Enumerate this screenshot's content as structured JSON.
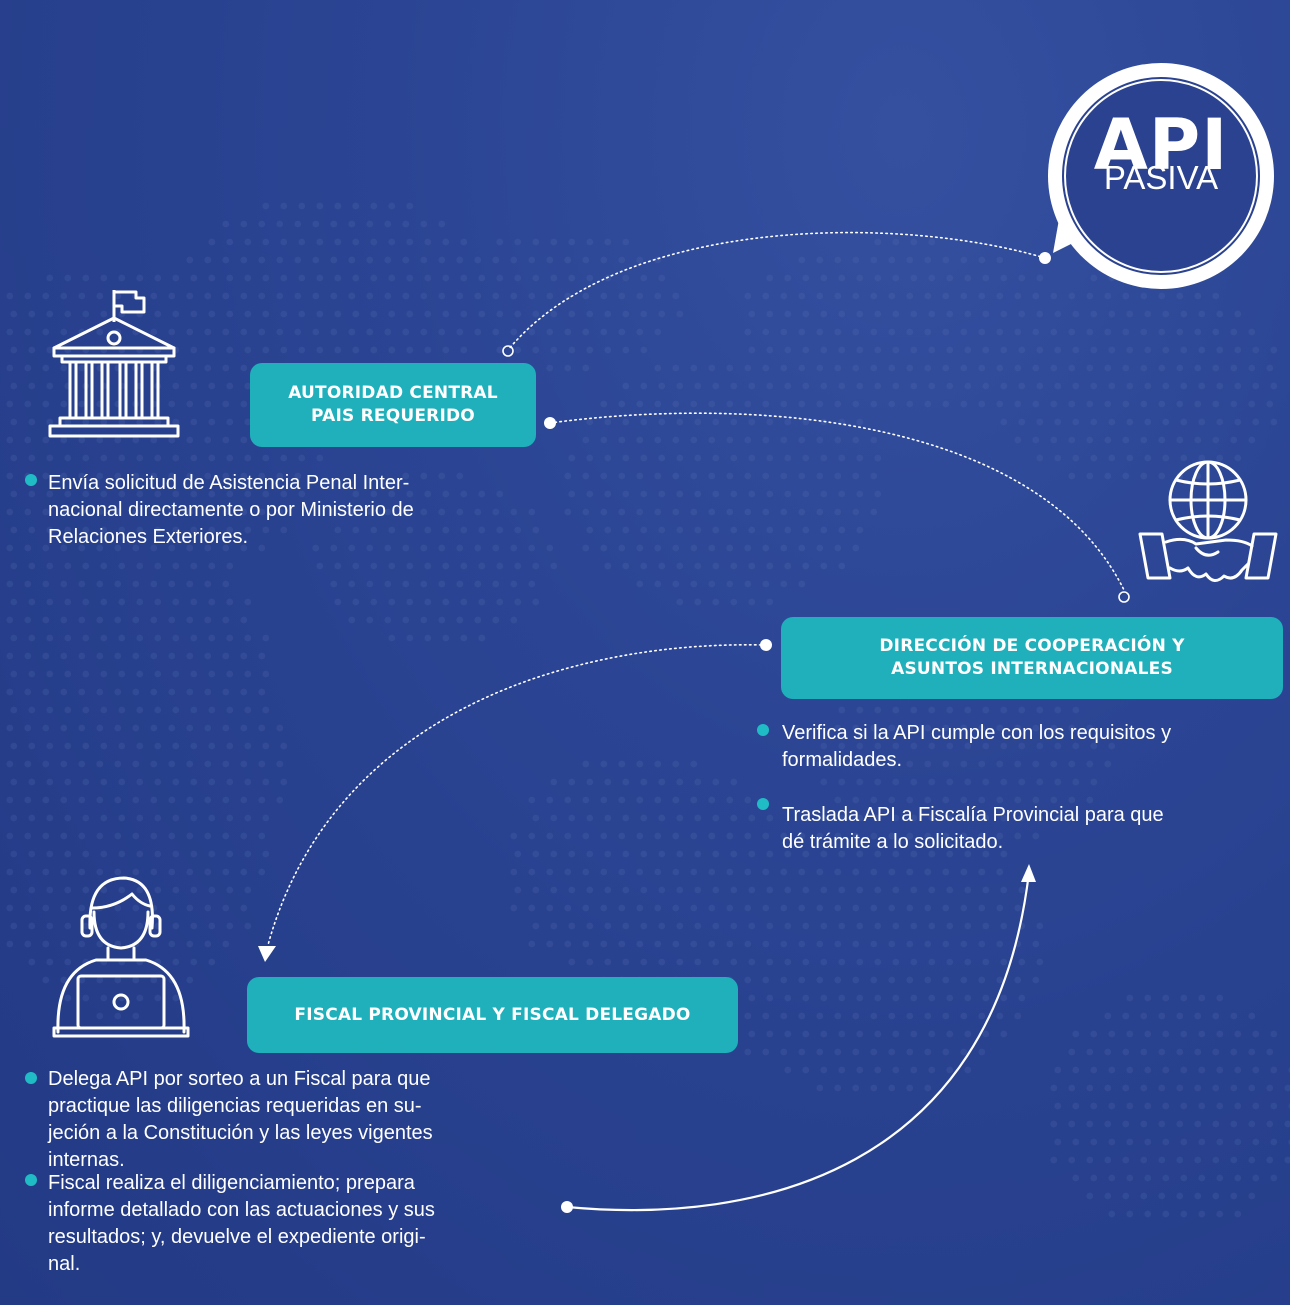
{
  "badge": {
    "title": "API",
    "subtitle": "PASIVA"
  },
  "steps": [
    {
      "title_lines": [
        "AUTORIDAD CENTRAL",
        "PAIS REQUERIDO"
      ],
      "icon": "government-building-icon",
      "bullets": [
        [
          "Envía solicitud de Asistencia Penal Inter-",
          "nacional directamente o por Ministerio de",
          "Relaciones Exteriores."
        ]
      ]
    },
    {
      "title_lines": [
        "DIRECCIÓN DE COOPERACIÓN Y",
        "ASUNTOS INTERNACIONALES"
      ],
      "icon": "globe-handshake-icon",
      "bullets": [
        [
          "Verifica si la API cumple con los requisitos y",
          "formalidades."
        ],
        [
          "Traslada API a Fiscalía Provincial para que",
          "dé trámite a lo solicitado."
        ]
      ]
    },
    {
      "title_lines": [
        "FISCAL PROVINCIAL Y FISCAL DELEGADO"
      ],
      "icon": "person-laptop-icon",
      "bullets": [
        [
          "Delega API por sorteo a un Fiscal para que",
          "practique las diligencias requeridas en su-",
          "jeción a la Constitución y las leyes vigentes",
          "internas."
        ],
        [
          "Fiscal realiza el diligenciamiento; prepara",
          "informe detallado con las actuaciones y sus",
          "resultados; y, devuelve el expediente origi-",
          "nal."
        ]
      ]
    }
  ],
  "colors": {
    "background": "#2b4594",
    "accent": "#1fb0bb",
    "bullet": "#20bcc6",
    "text": "#ffffff"
  }
}
